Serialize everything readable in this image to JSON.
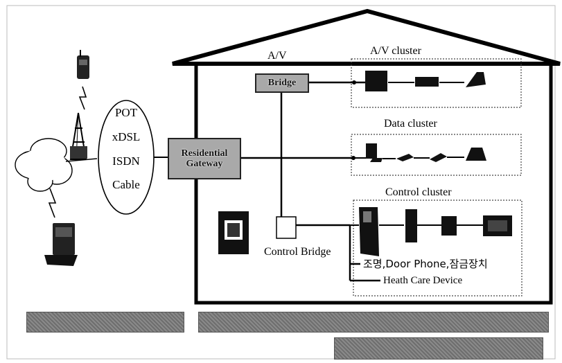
{
  "overlay_items": [
    "POT",
    "xDSL",
    "ISDN",
    "Cable"
  ],
  "gateway_label": "Residential Gateway",
  "av_bridge": {
    "title": "A/V",
    "box_label": "Bridge"
  },
  "clusters": {
    "av": "A/V  cluster",
    "data": "Data cluster",
    "control": "Control cluster"
  },
  "control_bridge_label": "Control Bridge",
  "control_devices_text": "조명,Door Phone,잠금장치",
  "health_text": "Heath Care Device",
  "colors": {
    "line": "#000000",
    "node_fill": "#a9a9a9",
    "bar_fill": "#777777"
  }
}
